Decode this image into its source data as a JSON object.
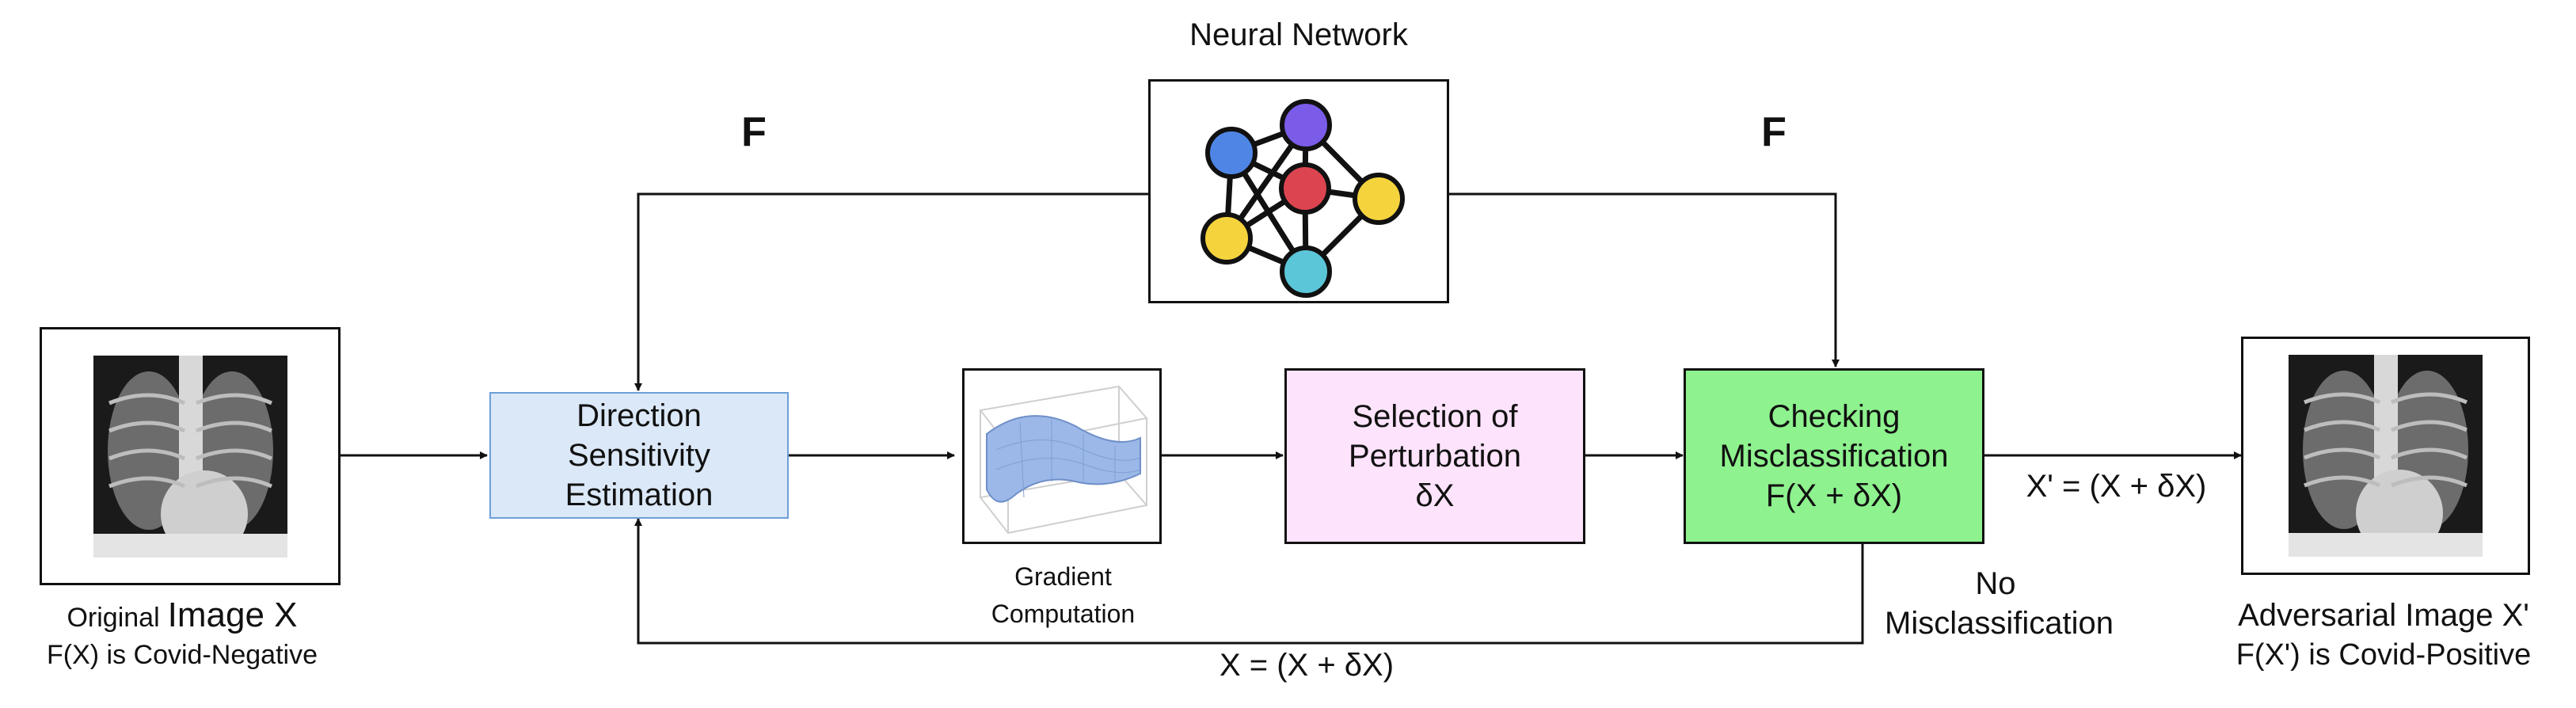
{
  "network": {
    "title": "Neural Network",
    "node_colors": {
      "blue": "#4f86e6",
      "purple": "#7b5ce8",
      "red": "#dc4550",
      "yellow": "#f5d33d",
      "cyan": "#5cc6d9"
    }
  },
  "edges": {
    "f_left": "F",
    "f_right": "F",
    "output_formula": "X' = (X + δX)",
    "no_misclassification_line1": "No",
    "no_misclassification_line2": "Misclassification",
    "feedback_formula": "X = (X + δX)"
  },
  "input_image": {
    "caption_small": "Original",
    "caption_large": "Image X",
    "caption_line2": "F(X) is Covid-Negative"
  },
  "direction": {
    "line1": "Direction",
    "line2": "Sensitivity",
    "line3": "Estimation",
    "fill": "#dbe8f7",
    "border": "#6d9fd8"
  },
  "gradient": {
    "line1": "Gradient",
    "line2": "Computation",
    "surface_color": "#9bb8e8"
  },
  "selection": {
    "line1": "Selection of",
    "line2": "Perturbation",
    "line3": "δX",
    "fill": "#fde3fb"
  },
  "checking": {
    "line1": "Checking",
    "line2": "Misclassification",
    "line3": "F(X + δX)",
    "fill": "#8ef28e"
  },
  "output_image": {
    "caption_line1": "Adversarial Image X'",
    "caption_line2": "F(X') is Covid-Positive"
  }
}
